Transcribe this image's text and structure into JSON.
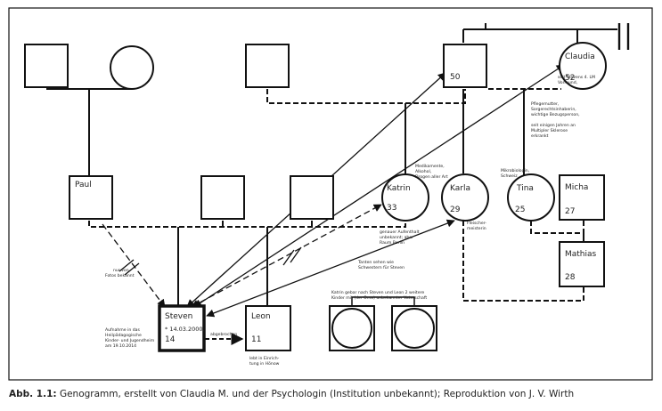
{
  "caption": {
    "prefix": "Abb. 1.1:",
    "text": "Genogramm, erstellt von Claudia M. und der Psychologin (Institution unbekannt); Reproduktion von J. V. Wirth"
  },
  "persons": {
    "paul": {
      "name": "Paul"
    },
    "katrin": {
      "name": "Katrin",
      "age": "33"
    },
    "karla": {
      "name": "Karla",
      "age": "29"
    },
    "tina": {
      "name": "Tina",
      "age": "25"
    },
    "micha": {
      "name": "Micha",
      "age": "27"
    },
    "mathias": {
      "name": "Mathias",
      "age": "28"
    },
    "claudia": {
      "name": "Claudia",
      "age": "52"
    },
    "father": {
      "age": "50"
    },
    "steven": {
      "name": "Steven",
      "birth": "* 14.03.2000,",
      "age": "14"
    },
    "leon": {
      "name": "Leon",
      "age": "11"
    }
  },
  "notes": {
    "claudia_vormund": [
      "seit Stevens 4. LM",
      "Vormund,"
    ],
    "claudia_pflege": [
      "Pflegemutter,",
      "Sorgerechtsinhaberin,",
      "wichtige Bezugsperson,",
      "",
      "seit einigen Jahren an",
      "Multipler Sklerose",
      "erkrankt"
    ],
    "katrin_meds": [
      "Medikamente,",
      "Alkohol,",
      "Drogen aller Art"
    ],
    "katrin_aufenthalt": [
      "genauer Aufenthalt",
      "unbekannt; aber",
      "Raum Berlin"
    ],
    "karla_job": [
      "Fleischer-",
      "meisterin"
    ],
    "tina_job": [
      "Mikrobiologin,",
      "Schweiz"
    ],
    "tanten": [
      "Tanten sehen wie",
      "Schwestern für Steven"
    ],
    "paul_fotos": [
      "nur von",
      "Fotos bekannt"
    ],
    "steven_heim": [
      "Aufnahme in das",
      "Heilpädagogische",
      "Kinder- und Jugendheim",
      "am 19.10.2014"
    ],
    "abgebrochen": [
      "abgebrochen"
    ],
    "leon_einrichtung": [
      "lebt in Einrich-",
      "tung in Hönow"
    ],
    "twins": [
      "Katrin gebar nach Steven und Leon 2 weitere",
      "Kinder mit (der Oma) unbekannter Vaterschaft"
    ]
  }
}
